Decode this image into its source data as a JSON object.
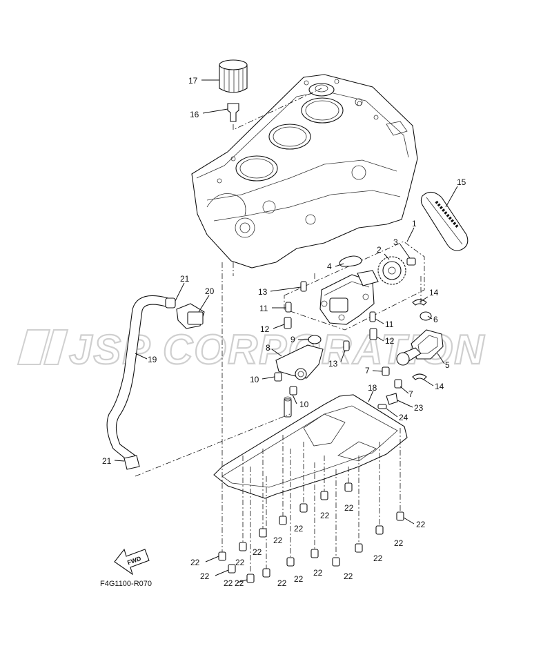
{
  "diagram": {
    "code": "F4G1100-R070",
    "watermark": "JSP CORPORATION",
    "fwd_label": "FWD",
    "callouts": [
      {
        "id": "c17",
        "label": "17"
      },
      {
        "id": "c16",
        "label": "16"
      },
      {
        "id": "c15",
        "label": "15"
      },
      {
        "id": "c1",
        "label": "1"
      },
      {
        "id": "c2",
        "label": "2"
      },
      {
        "id": "c3",
        "label": "3"
      },
      {
        "id": "c4",
        "label": "4"
      },
      {
        "id": "c13a",
        "label": "13"
      },
      {
        "id": "c14a",
        "label": "14"
      },
      {
        "id": "c6",
        "label": "6"
      },
      {
        "id": "c21a",
        "label": "21"
      },
      {
        "id": "c20",
        "label": "20"
      },
      {
        "id": "c11a",
        "label": "11"
      },
      {
        "id": "c11b",
        "label": "11"
      },
      {
        "id": "c12a",
        "label": "12"
      },
      {
        "id": "c12b",
        "label": "12"
      },
      {
        "id": "c9",
        "label": "9"
      },
      {
        "id": "c19",
        "label": "19"
      },
      {
        "id": "c8",
        "label": "8"
      },
      {
        "id": "c13b",
        "label": "13"
      },
      {
        "id": "c7a",
        "label": "7"
      },
      {
        "id": "c5",
        "label": "5"
      },
      {
        "id": "c10a",
        "label": "10"
      },
      {
        "id": "c14b",
        "label": "14"
      },
      {
        "id": "c7b",
        "label": "7"
      },
      {
        "id": "c10b",
        "label": "10"
      },
      {
        "id": "c18",
        "label": "18"
      },
      {
        "id": "c23",
        "label": "23"
      },
      {
        "id": "c24",
        "label": "24"
      },
      {
        "id": "c21b",
        "label": "21"
      },
      {
        "id": "c22a",
        "label": "22"
      },
      {
        "id": "c22b",
        "label": "22"
      },
      {
        "id": "c22c",
        "label": "22"
      },
      {
        "id": "c22d",
        "label": "22"
      },
      {
        "id": "c22e",
        "label": "22"
      },
      {
        "id": "c22f",
        "label": "22"
      },
      {
        "id": "c22g",
        "label": "22"
      },
      {
        "id": "c22h",
        "label": "22"
      },
      {
        "id": "c22i",
        "label": "22"
      },
      {
        "id": "c22j",
        "label": "22"
      },
      {
        "id": "c22k",
        "label": "22"
      },
      {
        "id": "c22l",
        "label": "22"
      },
      {
        "id": "c22m",
        "label": "22"
      },
      {
        "id": "c22n",
        "label": "22"
      },
      {
        "id": "c22o",
        "label": "22"
      },
      {
        "id": "c22p",
        "label": "22"
      },
      {
        "id": "c22q",
        "label": "22"
      }
    ]
  }
}
